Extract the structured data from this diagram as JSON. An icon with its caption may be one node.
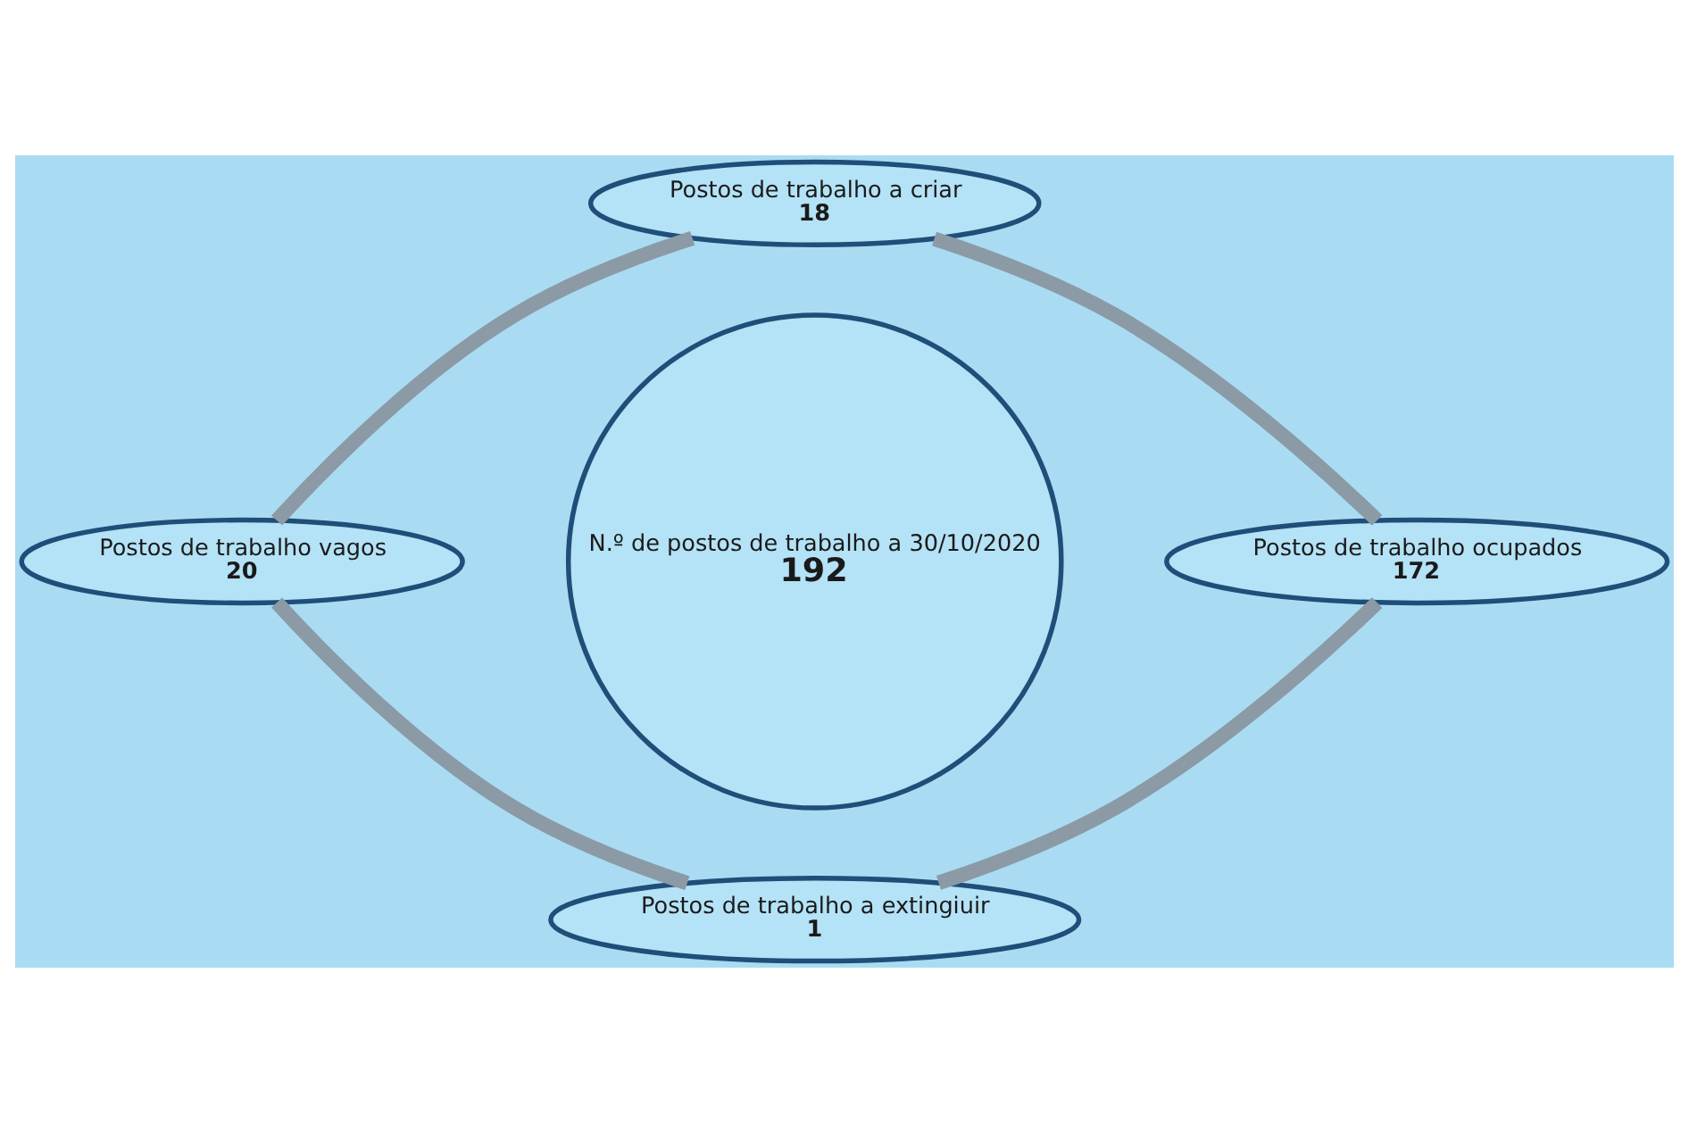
{
  "diagram": {
    "nodes": [
      {
        "text": [
          "Postos de trabalho a criar",
          "18"
        ]
      },
      {
        "text": [
          "Postos de trabalho vagos",
          "20"
        ]
      },
      {
        "text": [
          "N.º de postos de trabalho a 30/10/2020",
          "192"
        ]
      },
      {
        "text": [
          "Postos de trabalho ocupados",
          "172"
        ]
      },
      {
        "text": [
          "Postos de trabalho a extingiuir",
          "1"
        ]
      }
    ],
    "edges": [
      {
        "from": 0,
        "to": 3,
        "arrow": "none"
      },
      {
        "from": 3,
        "to": 4,
        "arrow": "none"
      },
      {
        "from": 4,
        "to": 1,
        "arrow": "none"
      },
      {
        "from": 1,
        "to": 0,
        "arrow": "none"
      }
    ]
  }
}
